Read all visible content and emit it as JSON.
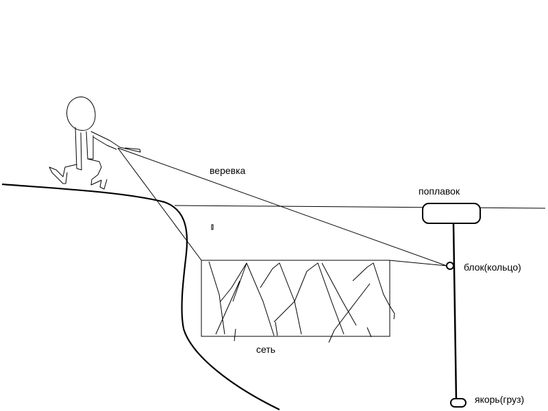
{
  "labels": {
    "rope": "веревка",
    "float": "поплавок",
    "pulley": "блок(кольцо)",
    "net": "сеть",
    "anchor": "якорь(груз)"
  },
  "colors": {
    "ink": "#000000",
    "background": "#ffffff"
  }
}
